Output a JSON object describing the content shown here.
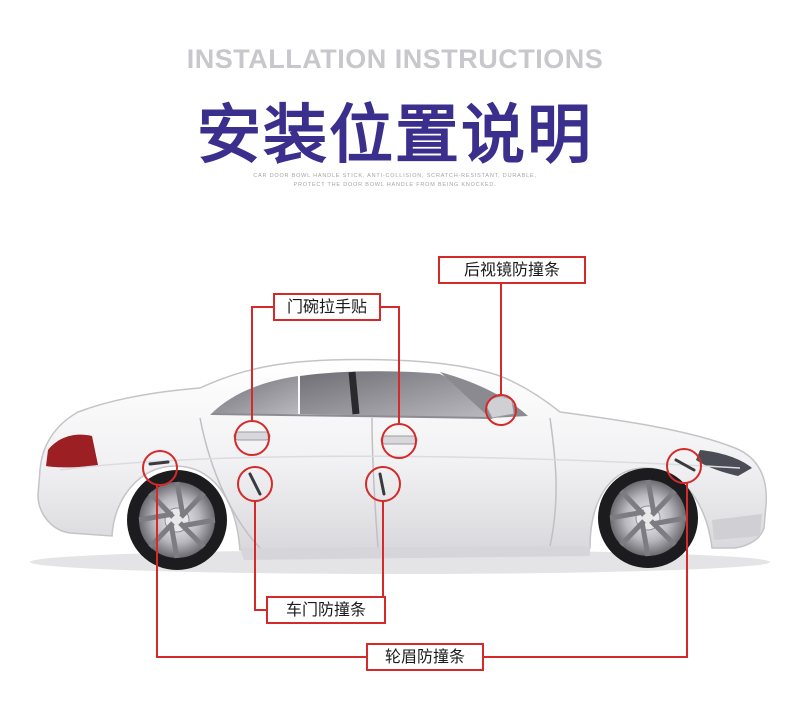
{
  "header": {
    "title_en": "INSTALLATION INSTRUCTIONS",
    "title_cn": "安装位置说明",
    "fine_print_line1": "CAR DOOR BOWL HANDLE STICK, ANTI-COLLISION, SCRATCH-RESISTANT, DURABLE,",
    "fine_print_line2": "PROTECT THE DOOR BOWL HANDLE FROM BEING KNOCKED."
  },
  "labels": {
    "mirror_strip": "后视镜防撞条",
    "door_handle_sticker": "门碗拉手贴",
    "door_strip": "车门防撞条",
    "wheel_arch_strip": "轮眉防撞条"
  },
  "colors": {
    "accent_red": "#d42a2a",
    "title_purple": "#3a2f8c",
    "title_grey": "#c8c8cc",
    "car_body": "#f2f2f4"
  }
}
